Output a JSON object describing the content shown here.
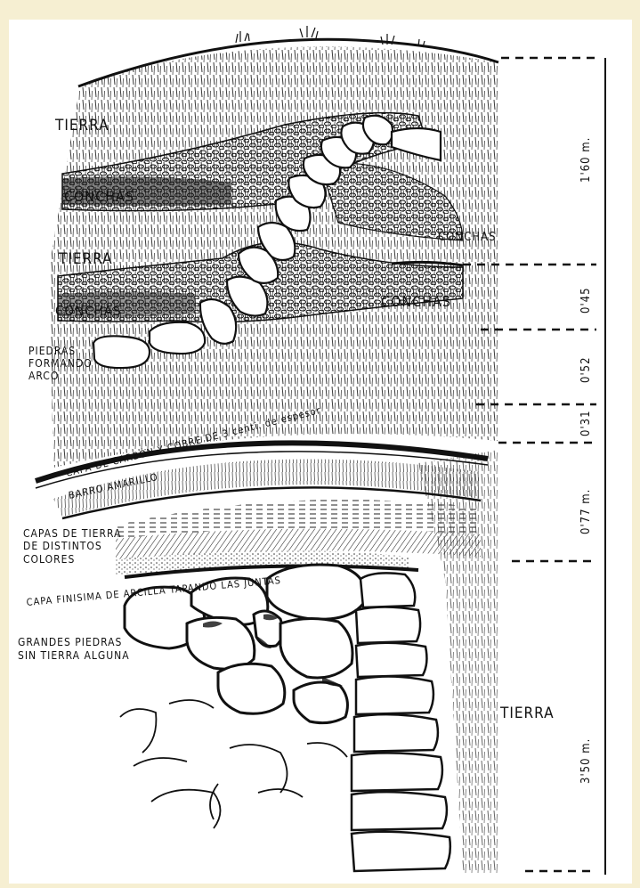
{
  "labels": {
    "tierra_top": "TIERRA",
    "conchas_left_top": "CONCHAS",
    "tierra_mid": "TIERRA",
    "conchas_left_mid": "CONCHAS",
    "conchas_right_top": "CONCHAS",
    "conchas_right_mid": "CONCHAS",
    "piedras_1": "PIEDRAS",
    "piedras_2": "FORMANDO",
    "piedras_3": "ARCO",
    "carbon": "CAPA DE CARBÓN Y COBRE DE 3 centi. de espesor",
    "barro": "BARRO AMARILLO",
    "capas_1": "CAPAS DE TIERRA",
    "capas_2": "DE DISTINTOS",
    "capas_3": "COLORES",
    "finisima": "CAPA FINISIMA DE ARCILLA TAPANDO LAS JUNTAS",
    "grandes_1": "GRANDES PIEDRAS",
    "grandes_2": "SIN TIERRA ALGUNA",
    "tierra_right": "TIERRA"
  },
  "scale": {
    "m1": "1'60 m.",
    "m2": "0'45",
    "m3": "0'52",
    "m4": "0'31",
    "m5": "0'77 m.",
    "m6": "3'50 m."
  },
  "colors": {
    "background": "#f6efd2",
    "paper": "#ffffff",
    "ink": "#111111"
  }
}
